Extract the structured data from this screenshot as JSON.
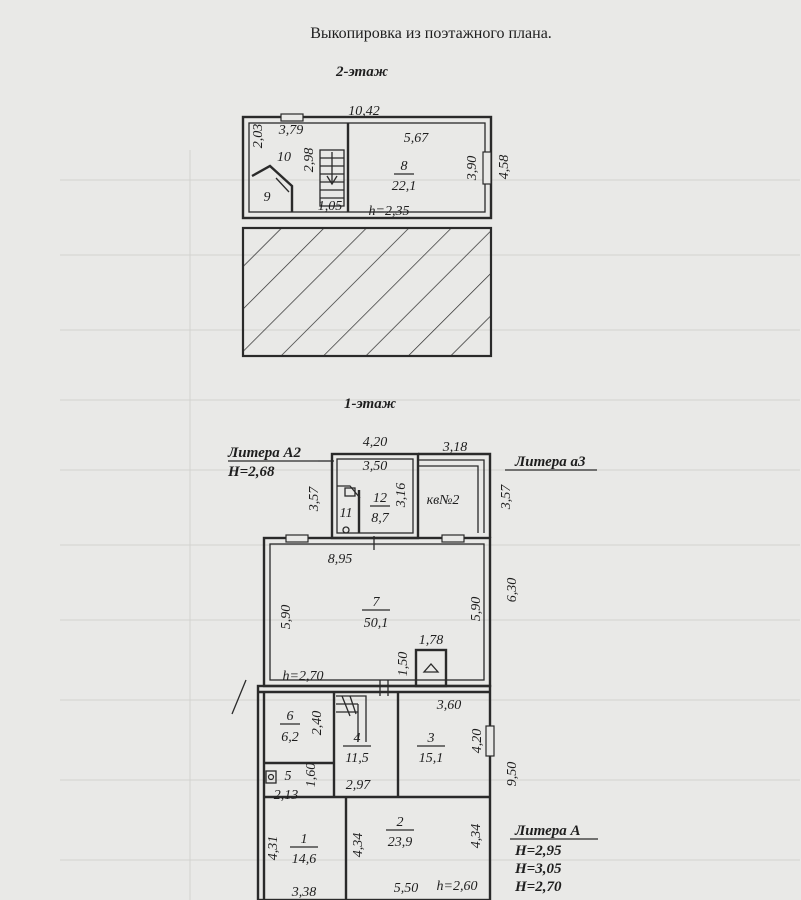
{
  "title": "Выкопировка из поэтажного плана.",
  "floor2": {
    "heading": "2-этаж",
    "dims": {
      "total_width": "10,42",
      "d379": "3,79",
      "d203": "2,03",
      "d298": "2,98",
      "d567": "5,67",
      "d390": "3,90",
      "d458": "4,58",
      "d105": "1,05",
      "height": "h=2,35"
    },
    "rooms": {
      "r10": "10",
      "r9": "9",
      "r8_num": "8",
      "r8_area": "22,1"
    }
  },
  "floor1": {
    "heading": "1-этаж",
    "litera_a2": {
      "name": "Литера А2",
      "h": "Н=2,68"
    },
    "litera_a3": {
      "name": "Литера а3"
    },
    "litera_a": {
      "name": "Литера А",
      "h1": "Н=2,95",
      "h2": "Н=3,05",
      "h3": "Н=2,70"
    },
    "apartment": "кв№2",
    "dims": {
      "d420": "4,20",
      "d318": "3,18",
      "d350": "3,50",
      "d357a": "3,57",
      "d357b": "3,57",
      "d316": "3,16",
      "d895": "8,95",
      "d630": "6,30",
      "d590a": "5,90",
      "d590b": "5,90",
      "d178": "1,78",
      "d150": "1,50",
      "h270": "h=2,70",
      "d360": "3,60",
      "d240": "2,40",
      "d420b": "4,20",
      "d950": "9,50",
      "d160": "1,60",
      "d297": "2,97",
      "d213": "2,13",
      "d431": "4,31",
      "d434a": "4,34",
      "d434b": "4,34",
      "d338": "3,38",
      "d550": "5,50",
      "h260": "h=2,60"
    },
    "rooms": {
      "r11": "11",
      "r12_num": "12",
      "r12_area": "8,7",
      "r7_num": "7",
      "r7_area": "50,1",
      "r6_num": "6",
      "r6_area": "6,2",
      "r4_num": "4",
      "r4_area": "11,5",
      "r3_num": "3",
      "r3_area": "15,1",
      "r5_num": "5",
      "r2_num": "2",
      "r2_area": "23,9",
      "r1_num": "1",
      "r1_area": "14,6"
    }
  }
}
